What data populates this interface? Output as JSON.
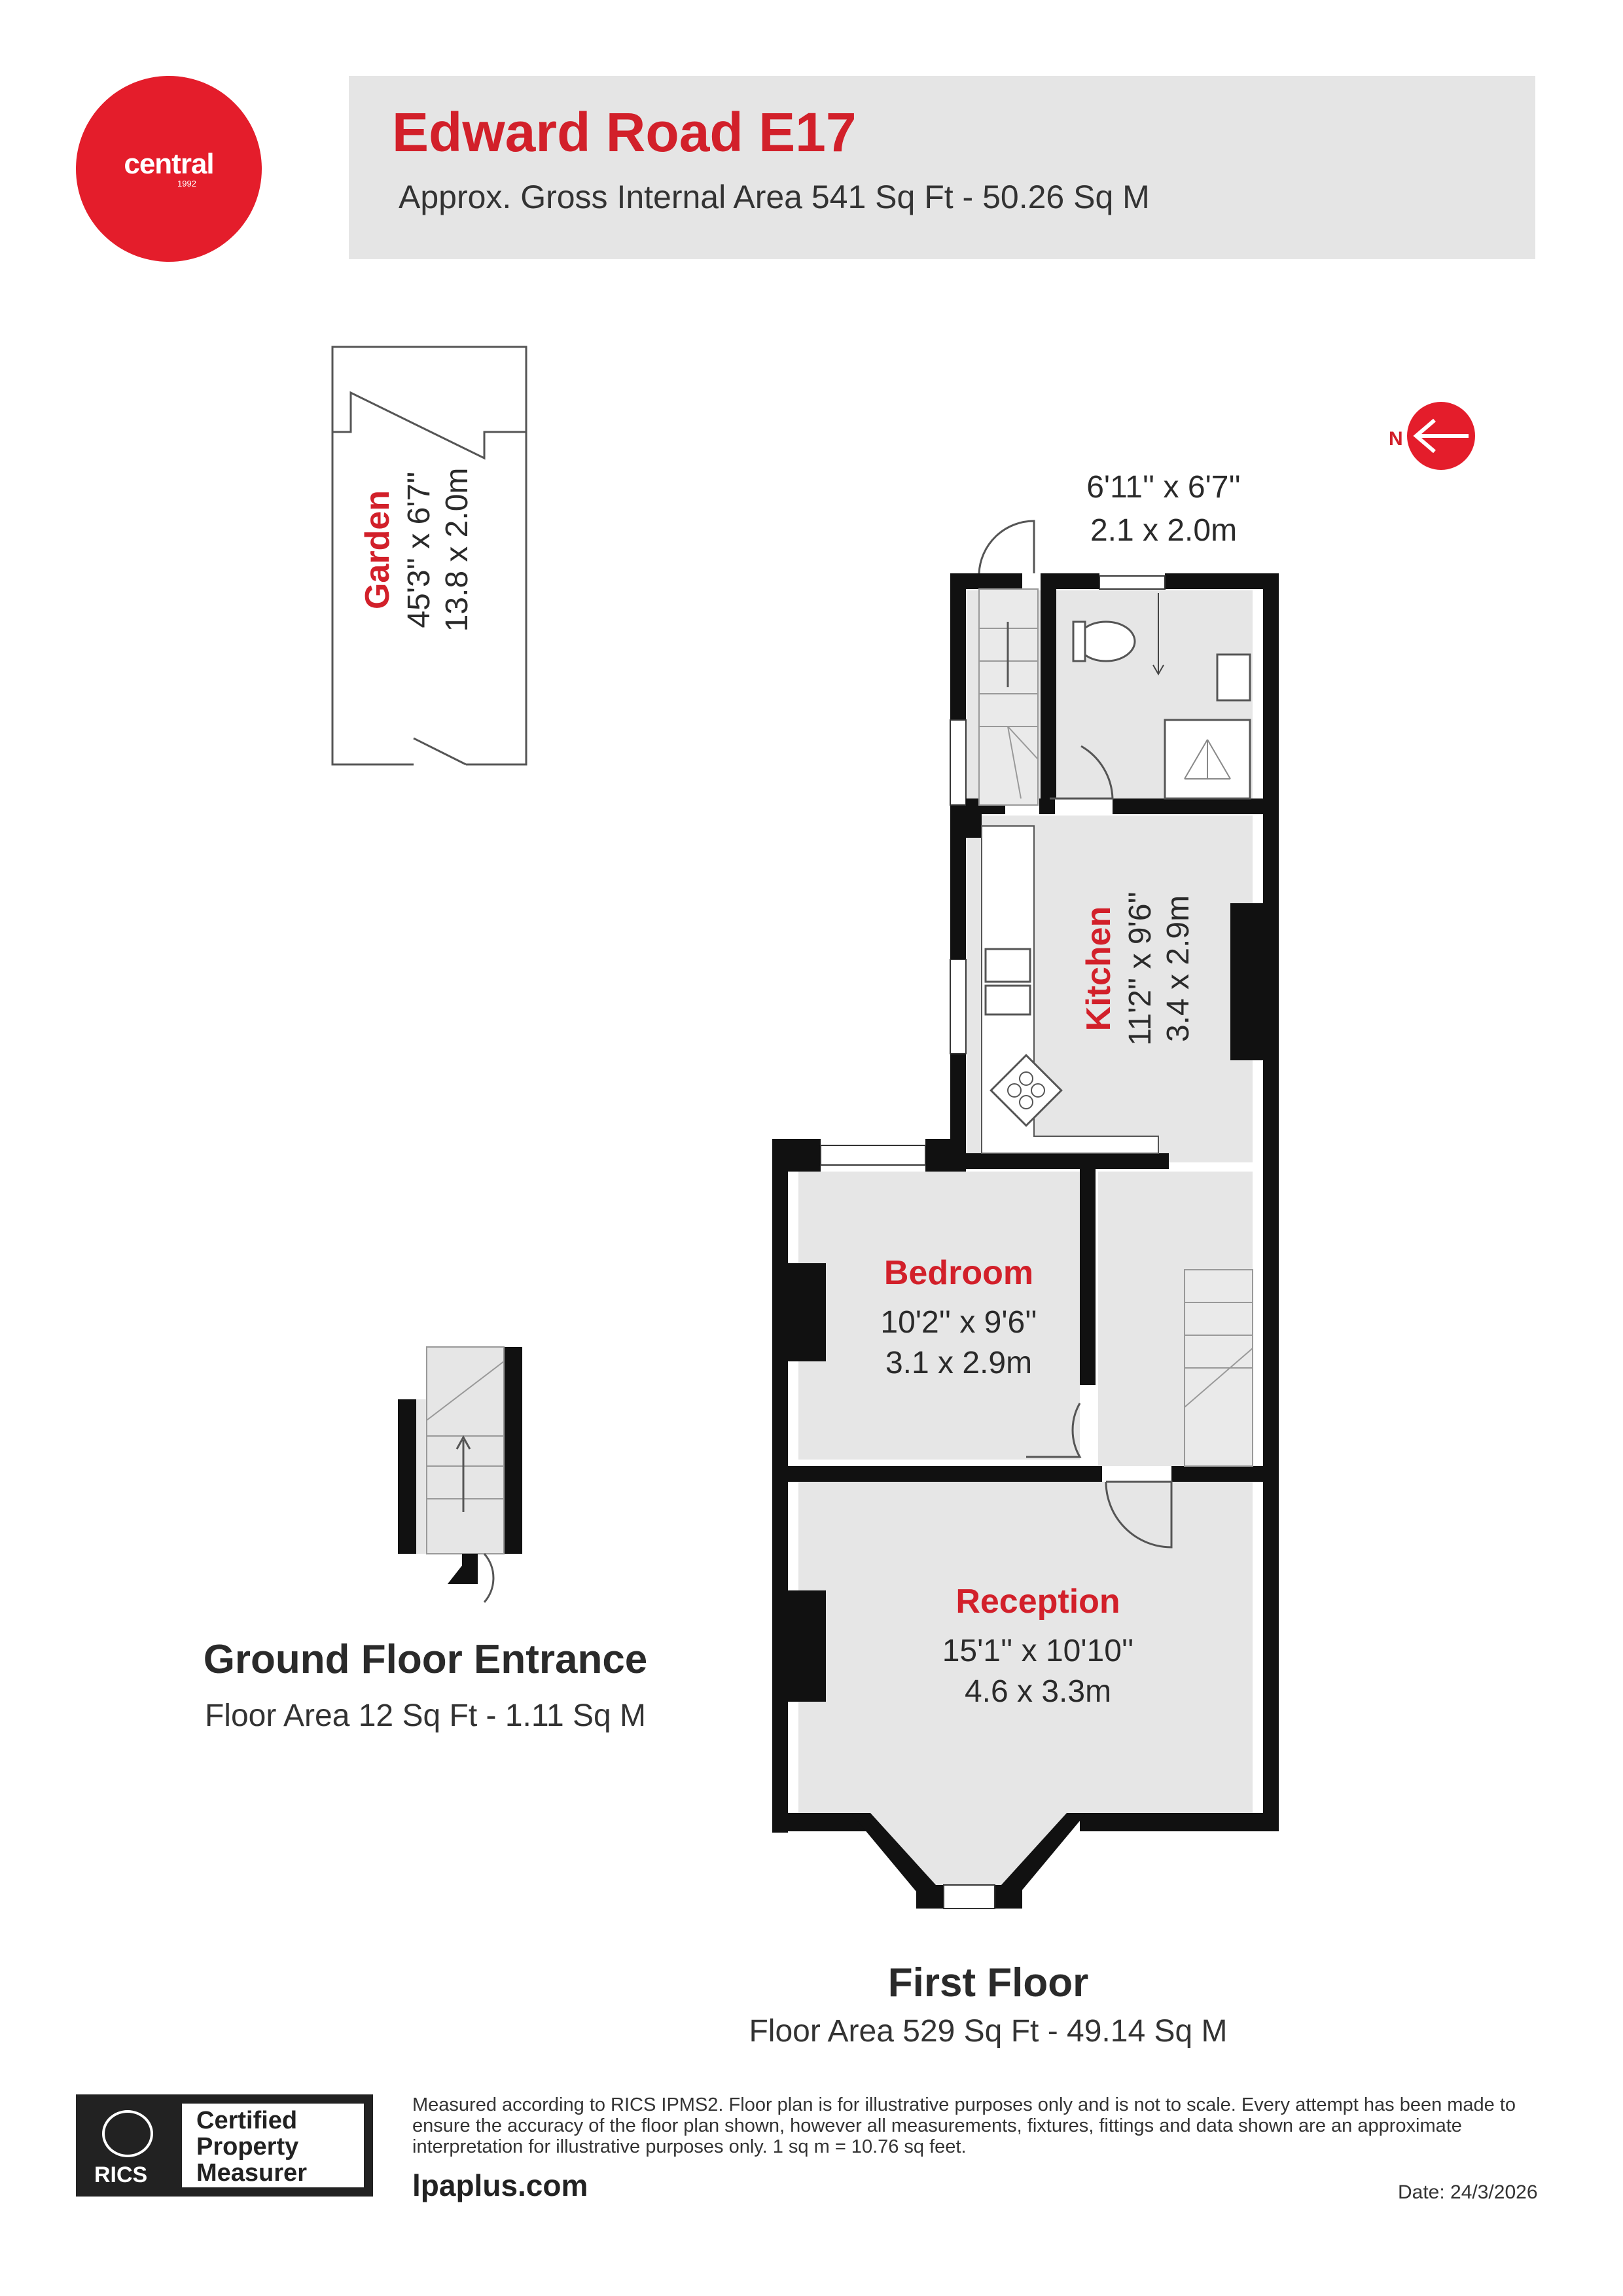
{
  "brand": {
    "logo_text": "central",
    "logo_year": "1992",
    "accent_color": "#e41d2b"
  },
  "header": {
    "title": "Edward Road E17",
    "subtitle": "Approx. Gross Internal Area 541 Sq Ft - 50.26 Sq M"
  },
  "compass": {
    "label": "N"
  },
  "rooms": {
    "garden": {
      "name": "Garden",
      "dim_imperial": "45'3'' x 6'7''",
      "dim_metric": "13.8 x 2.0m"
    },
    "bathroom": {
      "dim_imperial": "6'11'' x 6'7''",
      "dim_metric": "2.1 x 2.0m"
    },
    "kitchen": {
      "name": "Kitchen",
      "dim_imperial": "11'2'' x 9'6''",
      "dim_metric": "3.4 x 2.9m"
    },
    "bedroom": {
      "name": "Bedroom",
      "dim_imperial": "10'2'' x 9'6''",
      "dim_metric": "3.1 x 2.9m"
    },
    "reception": {
      "name": "Reception",
      "dim_imperial": "15'1'' x 10'10''",
      "dim_metric": "4.6 x 3.3m"
    }
  },
  "floors": {
    "ground": {
      "title": "Ground Floor Entrance",
      "area": "Floor Area 12 Sq Ft - 1.11 Sq M"
    },
    "first": {
      "title": "First Floor",
      "area": "Floor Area 529 Sq Ft - 49.14 Sq M"
    }
  },
  "footer": {
    "rics_word": "RICS",
    "cert_line1": "Certified",
    "cert_line2": "Property",
    "cert_line3": "Measurer",
    "disclaimer": "Measured according to RICS IPMS2. Floor plan is for illustrative purposes only and is not to scale. Every attempt has been made to ensure the accuracy of the floor plan shown, however all measurements, fixtures, fittings and data shown are an approximate interpretation for illustrative purposes only. 1 sq m = 10.76 sq feet.",
    "website": "lpaplus.com",
    "date": "Date: 24/3/2026"
  }
}
